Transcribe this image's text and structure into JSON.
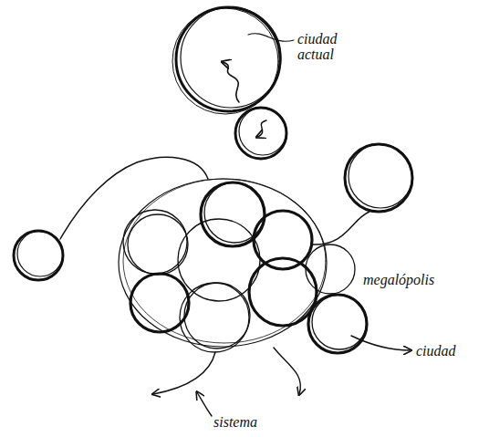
{
  "diagram": {
    "labels": [
      "ciudad actual",
      "megalópolis",
      "ciudad",
      "sistema"
    ]
  }
}
